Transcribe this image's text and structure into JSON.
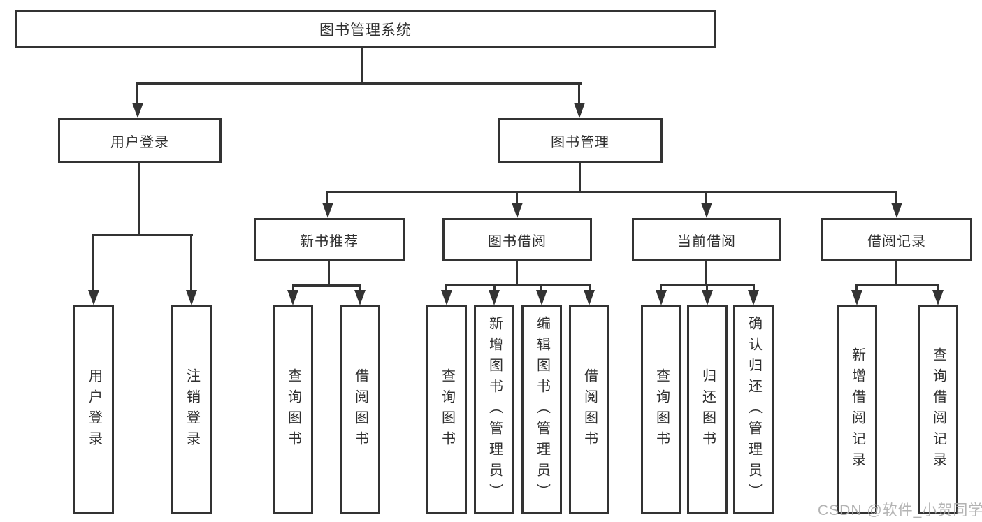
{
  "diagram": {
    "type": "hierarchy-tree",
    "title": "图书管理系统",
    "watermark": "CSDN @软件_小贺同学",
    "colors": {
      "line": "#333333",
      "box_border": "#333333",
      "box_fill": "#ffffff",
      "text": "#2f2f2f",
      "background": "#ffffff",
      "watermark": "#adadad"
    },
    "nodes": {
      "root": {
        "label": "图书管理系统"
      },
      "user_login": {
        "label": "用户登录"
      },
      "book_mgmt": {
        "label": "图书管理"
      },
      "new_book": {
        "label": "新书推荐"
      },
      "borrow": {
        "label": "图书借阅"
      },
      "current": {
        "label": "当前借阅"
      },
      "records": {
        "label": "借阅记录"
      },
      "ul_login": {
        "label": "用户登录"
      },
      "ul_logout": {
        "label": "注销登录"
      },
      "nb_query": {
        "label": "查询图书"
      },
      "nb_borrow": {
        "label": "借阅图书"
      },
      "bb_query": {
        "label": "查询图书"
      },
      "bb_add": {
        "label": "新增图书（管理员）"
      },
      "bb_edit": {
        "label": "编辑图书（管理员）"
      },
      "bb_borrow": {
        "label": "借阅图书"
      },
      "cb_query": {
        "label": "查询图书"
      },
      "cb_return": {
        "label": "归还图书"
      },
      "cb_confirm": {
        "label": "确认归还（管理员）"
      },
      "br_add": {
        "label": "新增借阅记录"
      },
      "br_query": {
        "label": "查询借阅记录"
      }
    },
    "edges": [
      [
        "root",
        "user_login"
      ],
      [
        "root",
        "book_mgmt"
      ],
      [
        "user_login",
        "ul_login"
      ],
      [
        "user_login",
        "ul_logout"
      ],
      [
        "book_mgmt",
        "new_book"
      ],
      [
        "book_mgmt",
        "borrow"
      ],
      [
        "book_mgmt",
        "current"
      ],
      [
        "book_mgmt",
        "records"
      ],
      [
        "new_book",
        "nb_query"
      ],
      [
        "new_book",
        "nb_borrow"
      ],
      [
        "borrow",
        "bb_query"
      ],
      [
        "borrow",
        "bb_add"
      ],
      [
        "borrow",
        "bb_edit"
      ],
      [
        "borrow",
        "bb_borrow"
      ],
      [
        "current",
        "cb_query"
      ],
      [
        "current",
        "cb_return"
      ],
      [
        "current",
        "cb_confirm"
      ],
      [
        "records",
        "br_add"
      ],
      [
        "records",
        "br_query"
      ]
    ]
  }
}
